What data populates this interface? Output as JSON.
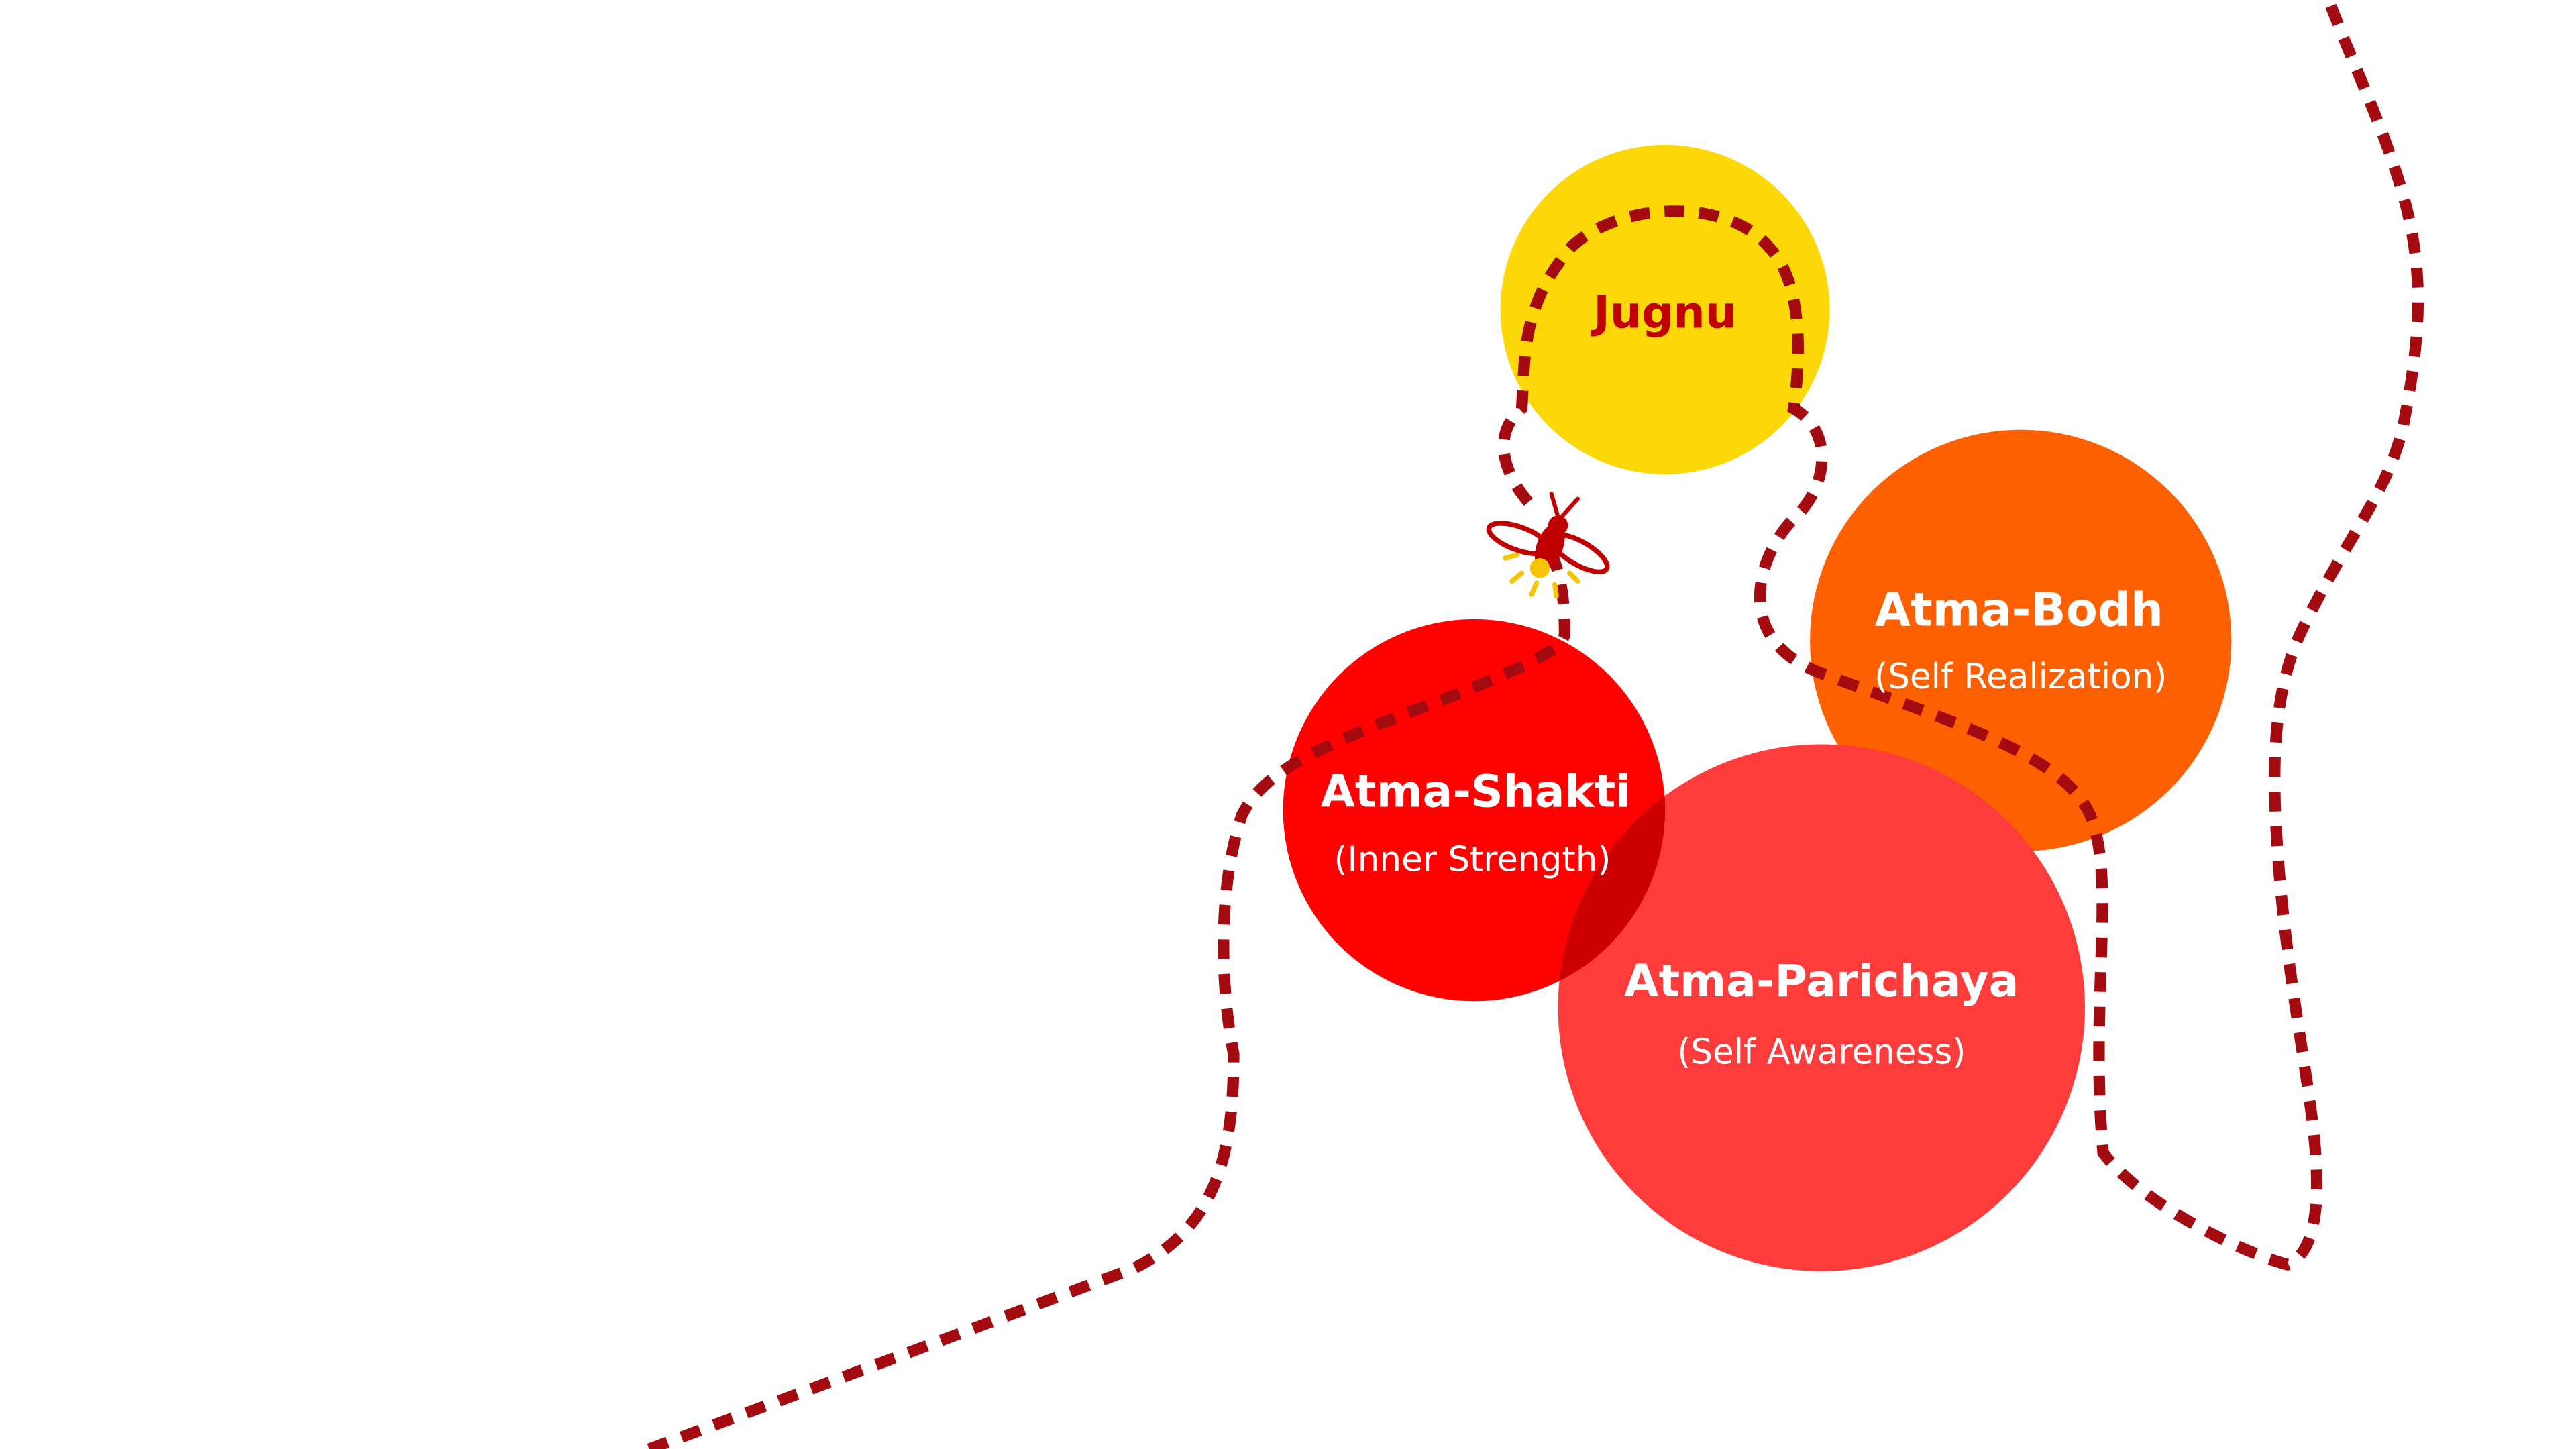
{
  "colors": {
    "path": "#a30b10",
    "jugnu": "#fcd808",
    "atma_bodh": "#fd6000",
    "atma_shakti": "#fe0202",
    "atma_parichaya": "#fe3c3b",
    "overlap": "#cc0000",
    "white_text": "#ffffff",
    "jugnu_text": "#c00000",
    "firefly_glow": "#f7c400"
  },
  "nodes": {
    "jugnu": {
      "title": "Jugnu"
    },
    "atma_bodh": {
      "title": "Atma-Bodh",
      "subtitle": "(Self Realization)"
    },
    "atma_shakti": {
      "title": "Atma-Shakti",
      "subtitle": "(Inner Strength)"
    },
    "atma_parichaya": {
      "title": "Atma-Parichaya",
      "subtitle": "(Self Awareness)"
    }
  },
  "icons": {
    "firefly": "firefly-icon"
  }
}
